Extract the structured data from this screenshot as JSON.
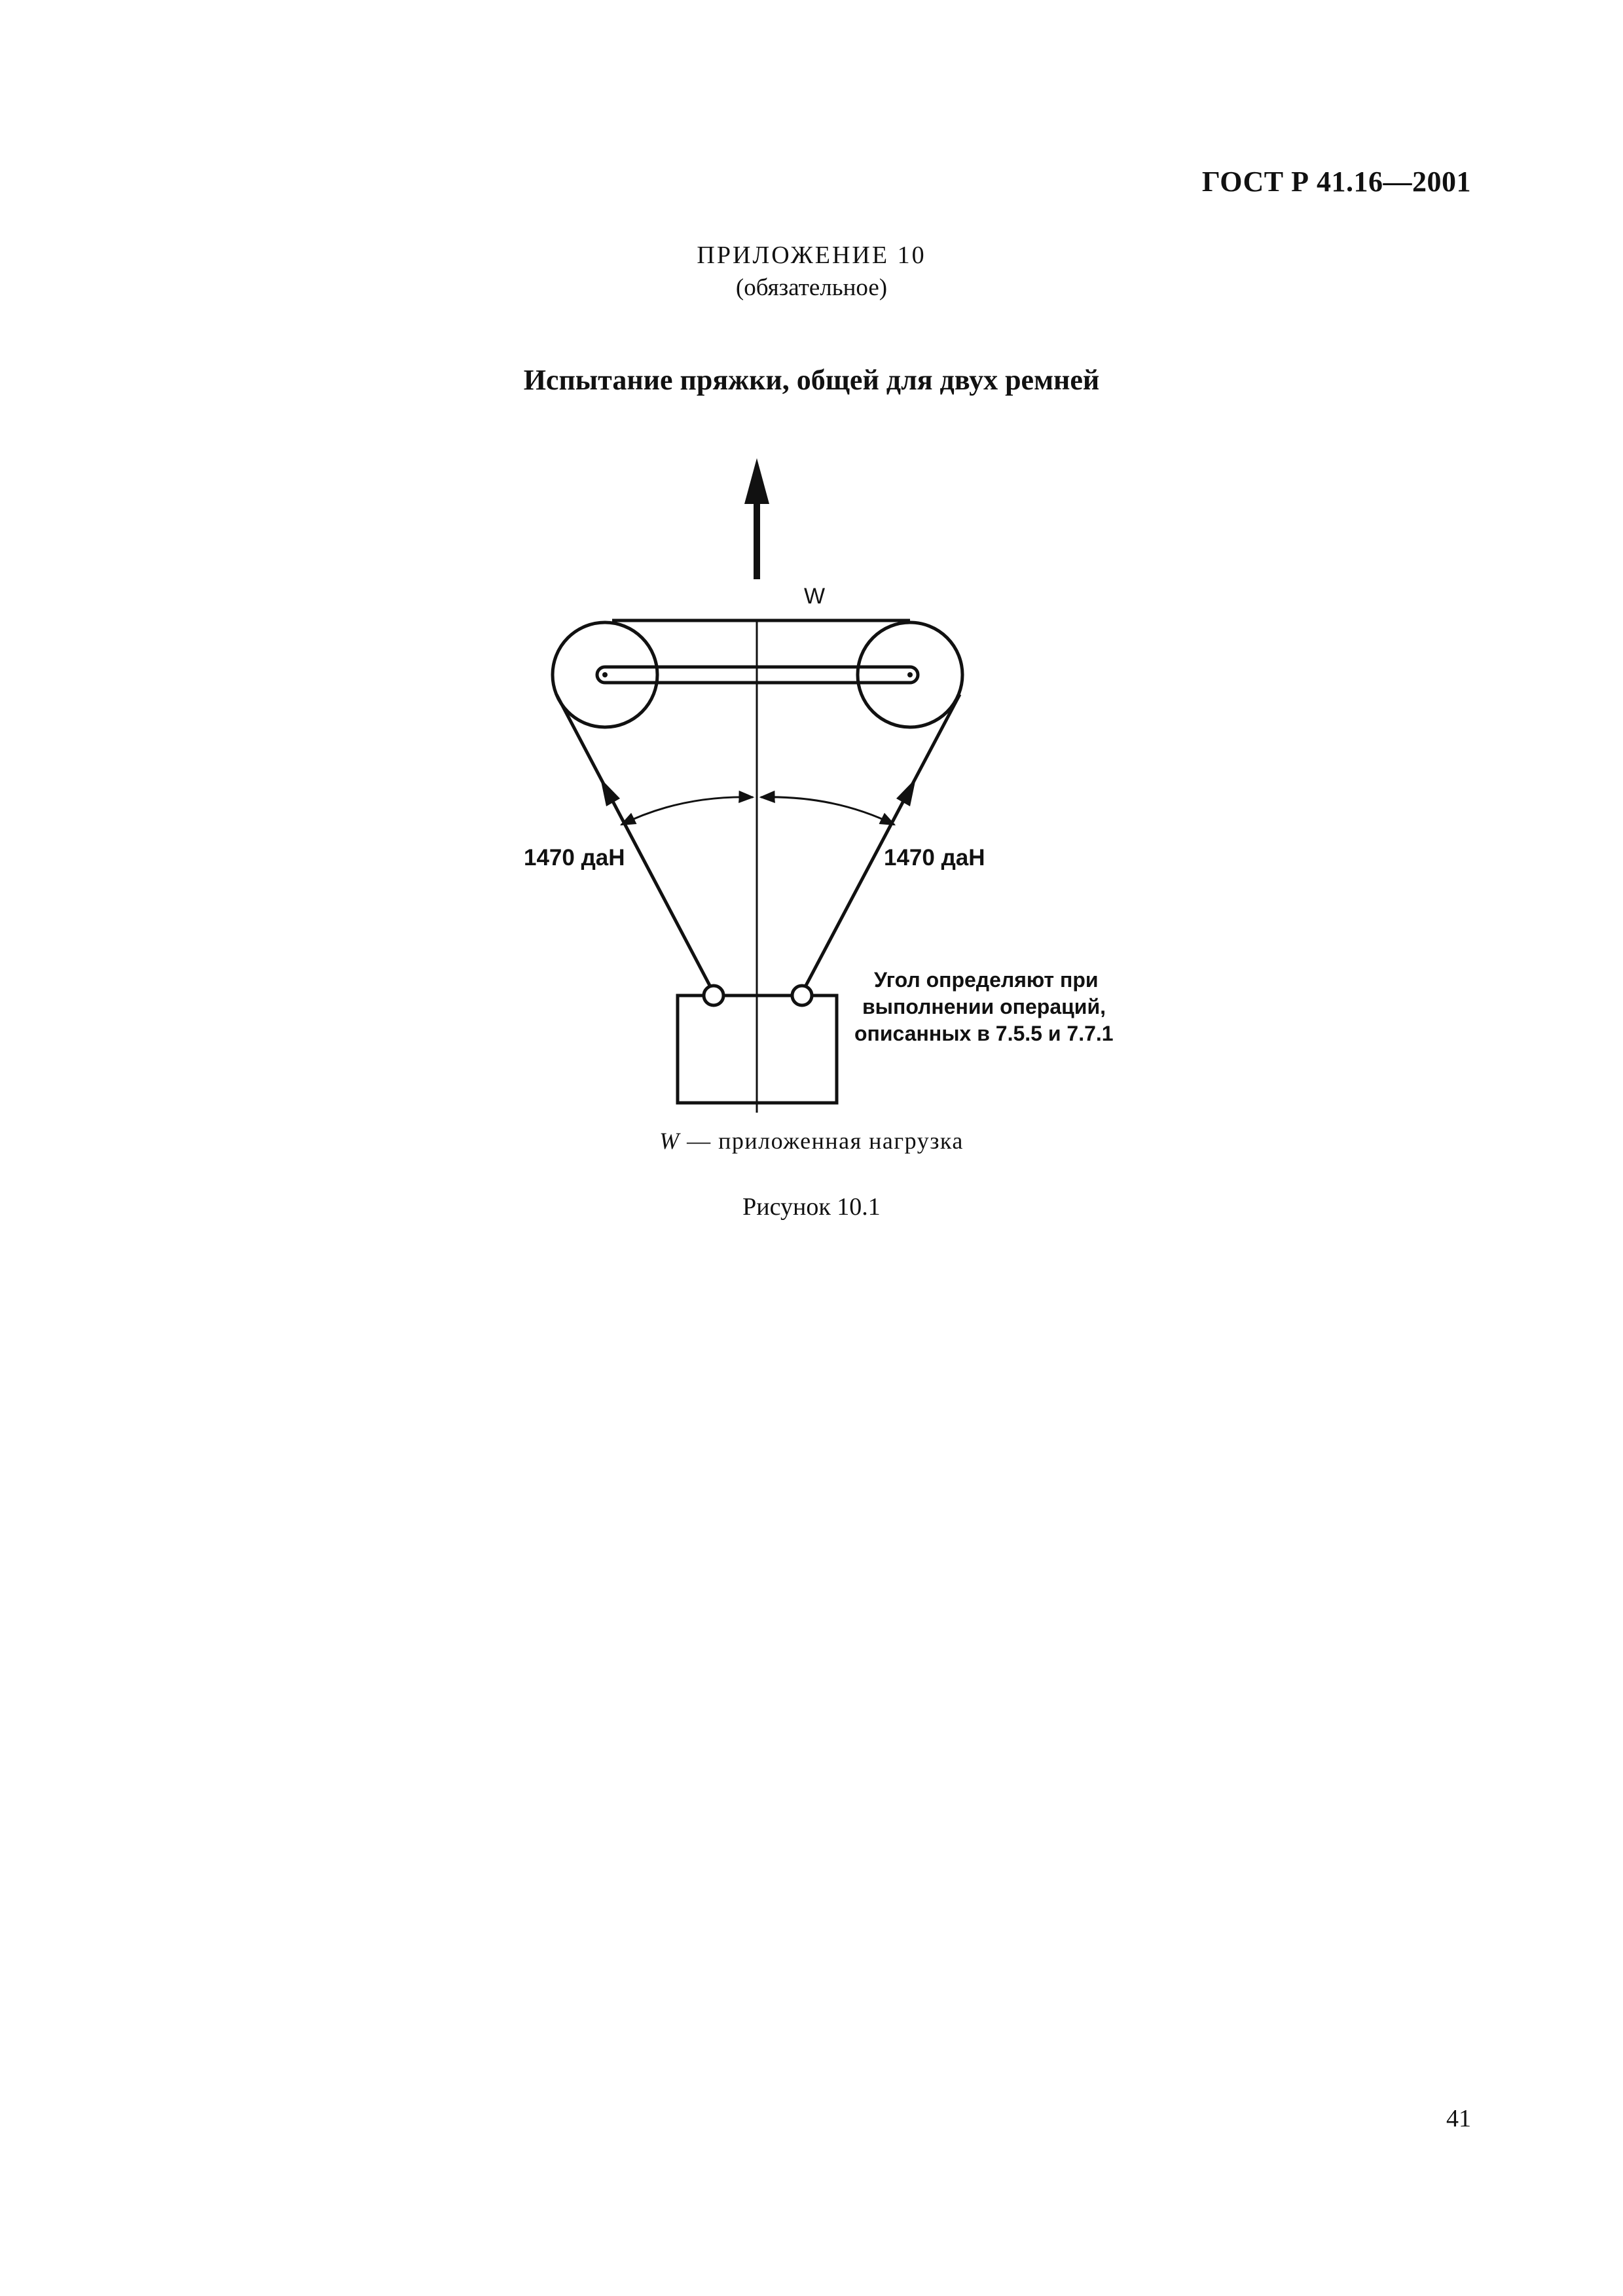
{
  "header": {
    "standard_code": "ГОСТ Р 41.16—2001"
  },
  "annex": {
    "title": "ПРИЛОЖЕНИЕ 10",
    "type": "(обязательное)"
  },
  "section_title": "Испытание пряжки, общей для двух ремней",
  "diagram": {
    "load_symbol": "W",
    "left_force": "1470 даН",
    "right_force": "1470 даН",
    "note_lines": [
      "Угол определяют при",
      "выполнении операций,",
      "описанных в 7.5.5 и 7.7.1"
    ]
  },
  "legend": {
    "symbol": "W",
    "text": " — приложенная нагрузка"
  },
  "figure_caption": "Рисунок 10.1",
  "page_number": "41"
}
